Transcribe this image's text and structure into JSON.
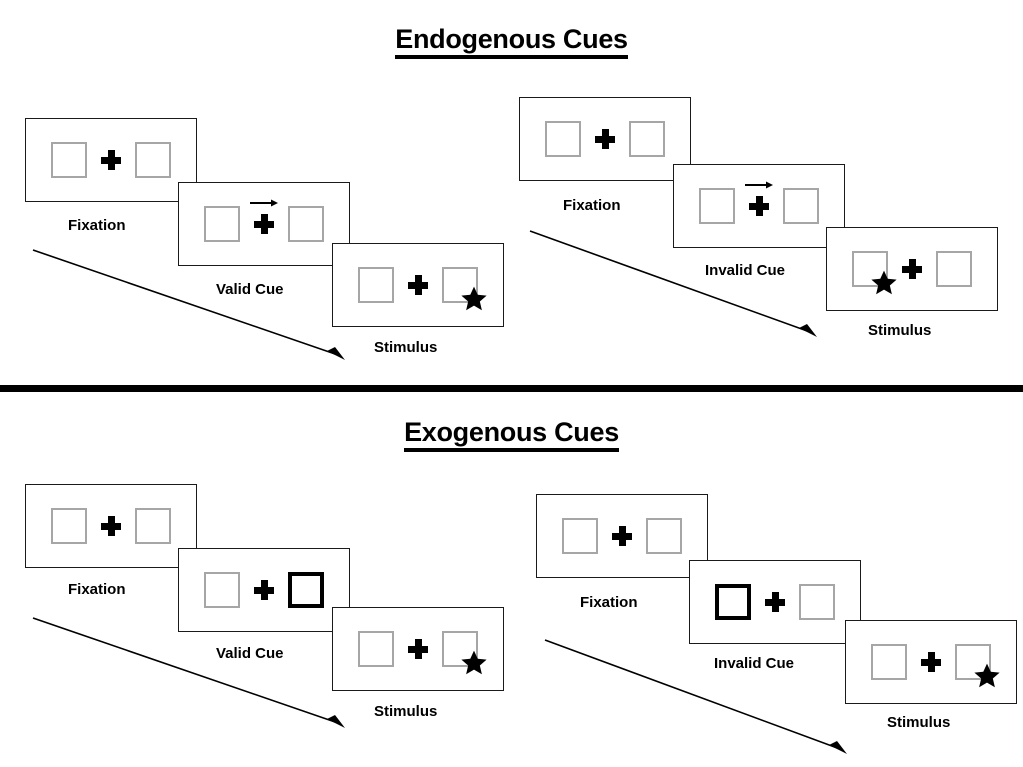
{
  "figure": {
    "type": "posner-cueing-paradigm-diagram",
    "background_color": "#ffffff",
    "line_color": "#1a1a1a",
    "placeholder_box_color": "#a6a6a6",
    "cued_box_color": "#000000"
  },
  "sections": [
    {
      "id": "endogenous",
      "title": "Endogenous Cues",
      "conditions": [
        {
          "id": "endogenous-valid",
          "cue_label": "Valid Cue",
          "frames": [
            {
              "stage": "Fixation",
              "label": "Fixation",
              "cue": "none",
              "cued_side": "none",
              "target_side": "none"
            },
            {
              "stage": "Cue",
              "label": "Valid Cue",
              "cue": "arrow-right",
              "cued_side": "right",
              "target_side": "none"
            },
            {
              "stage": "Stimulus",
              "label": "Stimulus",
              "cue": "none",
              "cued_side": "none",
              "target_side": "right"
            }
          ]
        },
        {
          "id": "endogenous-invalid",
          "cue_label": "Invalid Cue",
          "frames": [
            {
              "stage": "Fixation",
              "label": "Fixation",
              "cue": "none",
              "cued_side": "none",
              "target_side": "none"
            },
            {
              "stage": "Cue",
              "label": "Invalid Cue",
              "cue": "arrow-right",
              "cued_side": "right",
              "target_side": "none"
            },
            {
              "stage": "Stimulus",
              "label": "Stimulus",
              "cue": "none",
              "cued_side": "none",
              "target_side": "left"
            }
          ]
        }
      ]
    },
    {
      "id": "exogenous",
      "title": "Exogenous Cues",
      "conditions": [
        {
          "id": "exogenous-valid",
          "cue_label": "Valid Cue",
          "frames": [
            {
              "stage": "Fixation",
              "label": "Fixation",
              "cue": "none",
              "cued_side": "none",
              "target_side": "none"
            },
            {
              "stage": "Cue",
              "label": "Valid Cue",
              "cue": "box-highlight",
              "cued_side": "right",
              "target_side": "none"
            },
            {
              "stage": "Stimulus",
              "label": "Stimulus",
              "cue": "none",
              "cued_side": "none",
              "target_side": "right"
            }
          ]
        },
        {
          "id": "exogenous-invalid",
          "cue_label": "Invalid Cue",
          "frames": [
            {
              "stage": "Fixation",
              "label": "Fixation",
              "cue": "none",
              "cued_side": "none",
              "target_side": "none"
            },
            {
              "stage": "Cue",
              "label": "Invalid Cue",
              "cue": "box-highlight",
              "cued_side": "left",
              "target_side": "none"
            },
            {
              "stage": "Stimulus",
              "label": "Stimulus",
              "cue": "none",
              "cued_side": "none",
              "target_side": "right"
            }
          ]
        }
      ]
    }
  ],
  "labels": {
    "fixation": "Fixation",
    "valid_cue": "Valid Cue",
    "invalid_cue": "Invalid Cue",
    "stimulus": "Stimulus"
  },
  "icons": {
    "fixation_cross": "plus-icon",
    "target": "star-icon",
    "endogenous_cue": "arrow-right-icon",
    "time": "time-arrow-icon"
  }
}
